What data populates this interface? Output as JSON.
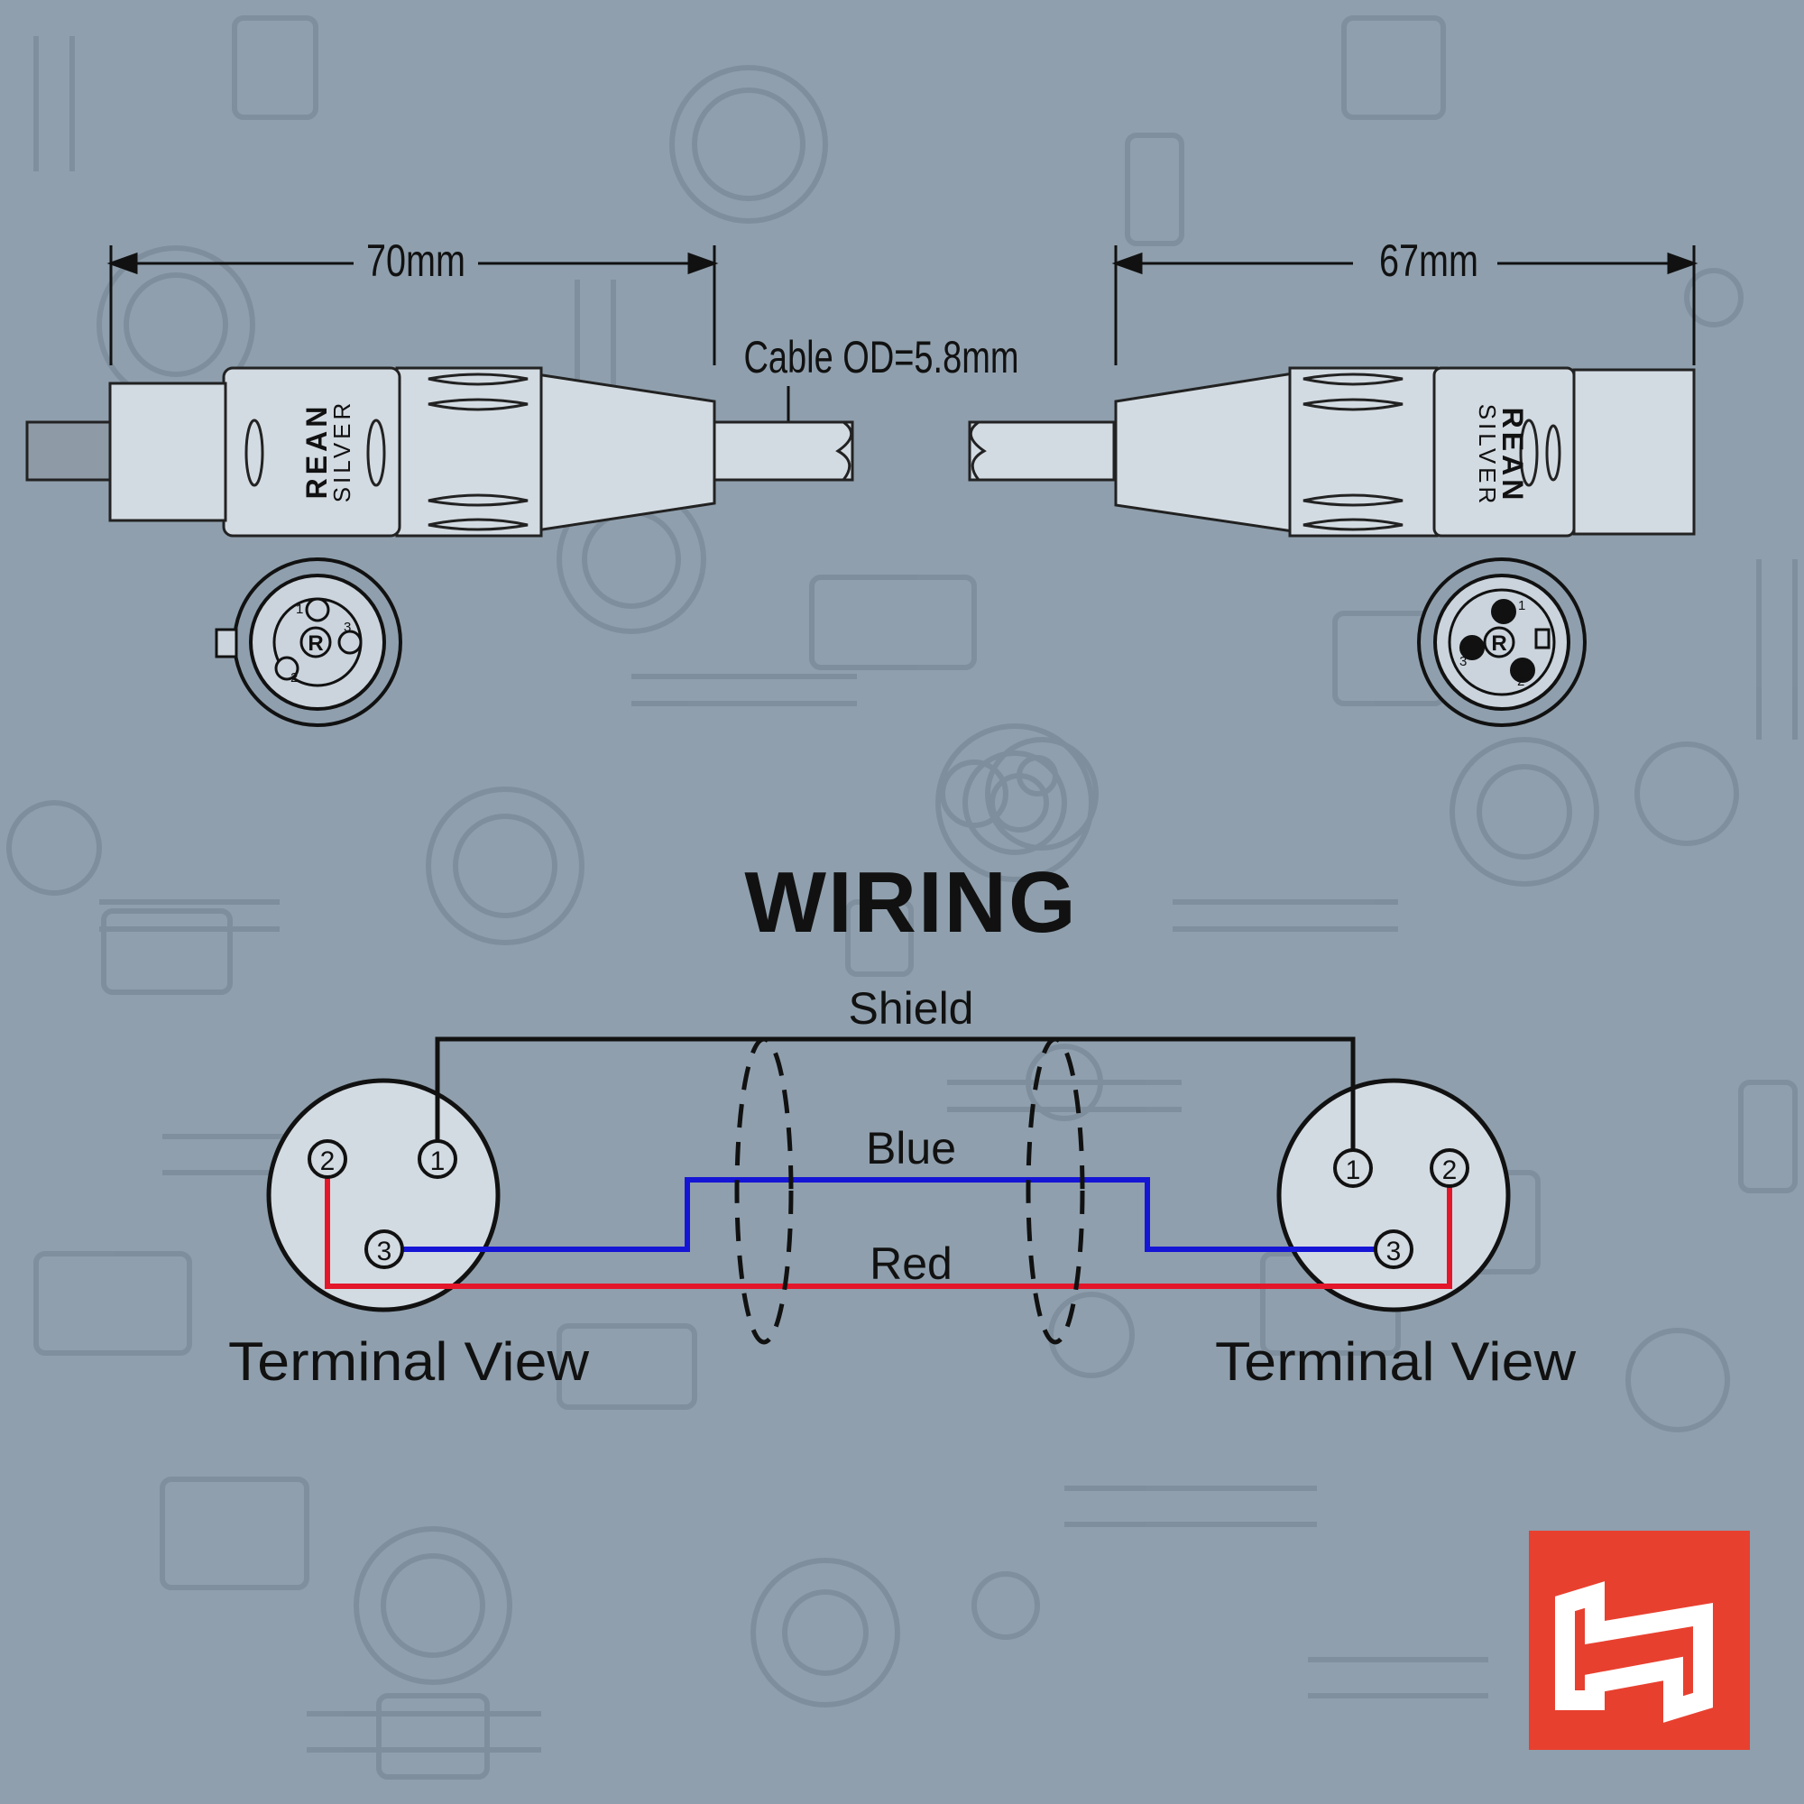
{
  "dimensions": {
    "female_length": "70mm",
    "male_length": "67mm",
    "cable_od": "Cable OD=5.8mm"
  },
  "connector": {
    "brand": "REAN",
    "line": "SILVER",
    "logo_letter": "R",
    "pins": [
      "1",
      "2",
      "3"
    ]
  },
  "wiring": {
    "title": "WIRING",
    "shield_label": "Shield",
    "blue_label": "Blue",
    "red_label": "Red",
    "left_caption": "Terminal View",
    "right_caption": "Terminal View",
    "pin_labels": [
      "1",
      "2",
      "3"
    ]
  },
  "colors": {
    "background": "#8f9fad",
    "pattern": "#7d8d9b",
    "connector_fill": "#d3dbe2",
    "blue_wire": "#1515d6",
    "red_wire": "#e3162a",
    "shield_wire": "#111111",
    "brand_red": "#e8402f"
  },
  "icons": [
    "hosa-logo-icon"
  ]
}
